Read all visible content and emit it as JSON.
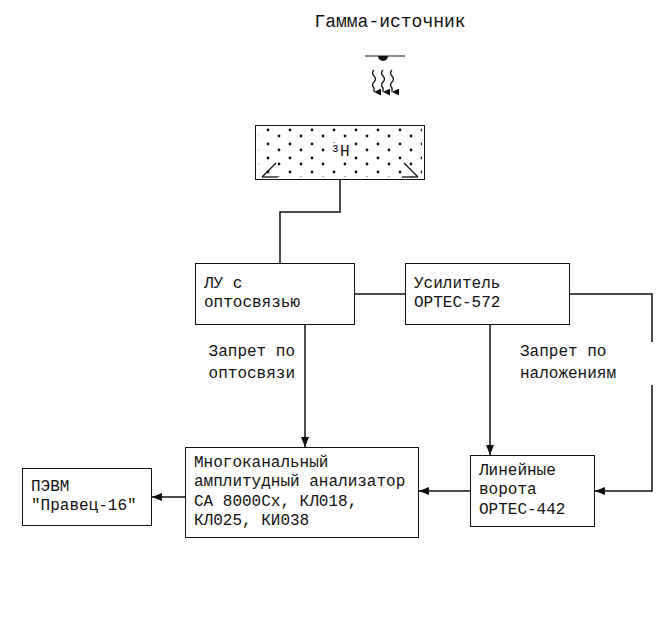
{
  "diagram": {
    "nodes": [
      {
        "text": [
          "³H"
        ]
      },
      {
        "text": [
          "ЛУ с оптосвязью"
        ]
      },
      {
        "text": [
          "Усилитель ОРТЕС-572"
        ]
      },
      {
        "text": [
          "Многоканальный амплитудный анализатор СА 8000Сх, КЛ018, КЛ025, КИ038"
        ]
      },
      {
        "text": [
          "ПЭВМ \"Правец-16\""
        ]
      },
      {
        "text": [
          "Линейные ворота ОРТЕС-442"
        ]
      }
    ],
    "edges": [
      {
        "from": 0,
        "to": 1,
        "arrow": "none"
      },
      {
        "from": 1,
        "to": 2,
        "arrow": "none"
      },
      {
        "from": 1,
        "to": 3,
        "arrow": "to",
        "label": "Запрет по оптосвязи"
      },
      {
        "from": 2,
        "to": 5,
        "arrow": "to",
        "label": "Запрет по наложениям"
      },
      {
        "from": 2,
        "to": 5,
        "arrow": "to"
      },
      {
        "from": 5,
        "to": 3,
        "arrow": "to"
      },
      {
        "from": 3,
        "to": 4,
        "arrow": "to"
      }
    ],
    "labels": [
      "Гамма-источник"
    ]
  }
}
